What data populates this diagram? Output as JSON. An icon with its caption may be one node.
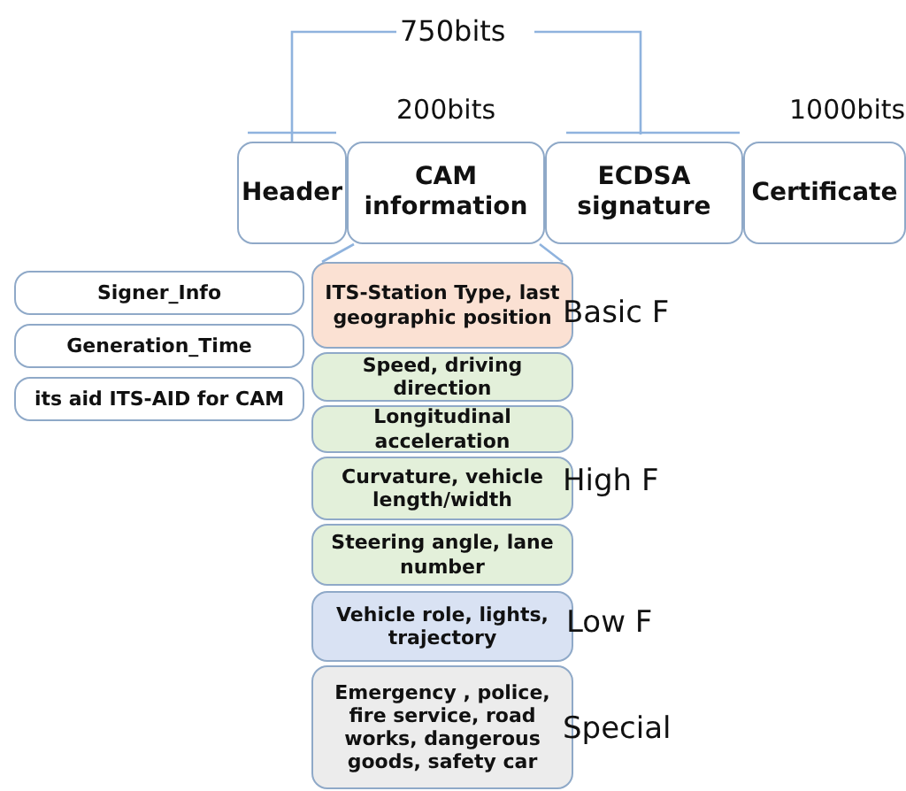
{
  "diagram": {
    "nodes": [
      {
        "text": [
          "Header"
        ]
      },
      {
        "text": [
          "CAM information"
        ]
      },
      {
        "text": [
          "ECDSA signature"
        ]
      },
      {
        "text": [
          "Certificate"
        ]
      },
      {
        "text": [
          "Signer_Info"
        ]
      },
      {
        "text": [
          "Generation_Time"
        ]
      },
      {
        "text": [
          "its aid ITS-AID for CAM"
        ]
      },
      {
        "text": [
          "ITS-Station Type, last geographic position"
        ]
      },
      {
        "text": [
          "Speed, driving direction"
        ]
      },
      {
        "text": [
          "Longitudinal acceleration"
        ]
      },
      {
        "text": [
          "Curvature, vehicle length/width"
        ]
      },
      {
        "text": [
          "Steering angle, lane number"
        ]
      },
      {
        "text": [
          "Vehicle role, lights, trajectory"
        ]
      },
      {
        "text": [
          "Emergency , police, fire service, road works, dangerous goods, safety car"
        ]
      }
    ],
    "labels": [
      "750bits",
      "200bits",
      "1000bits",
      "Basic F",
      "High F",
      "Low F",
      "Special"
    ]
  }
}
